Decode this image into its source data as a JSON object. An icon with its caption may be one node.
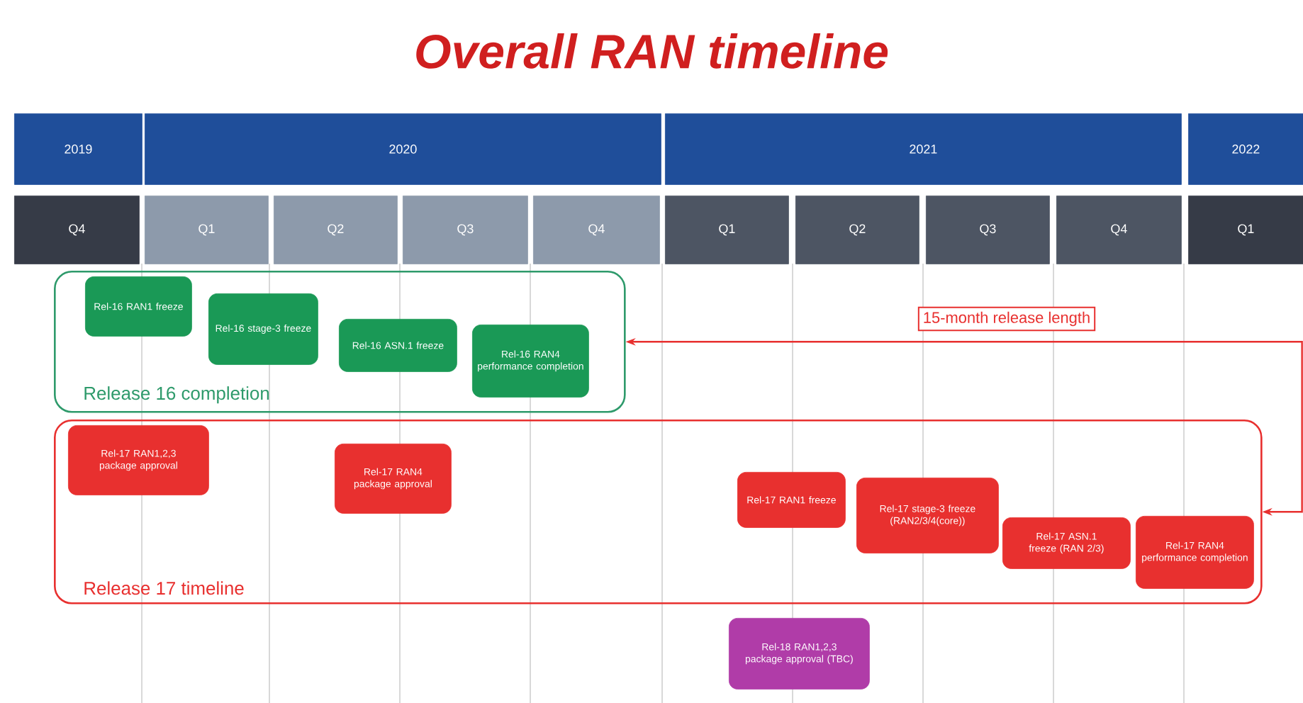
{
  "diagram": {
    "title": "Overall RAN timeline",
    "nodes": [
      {
        "text": [
          "2019"
        ]
      },
      {
        "text": [
          "2020"
        ]
      },
      {
        "text": [
          "2021"
        ]
      },
      {
        "text": [
          "2022"
        ]
      },
      {
        "text": [
          "Q4"
        ]
      },
      {
        "text": [
          "Q1"
        ]
      },
      {
        "text": [
          "Q2"
        ]
      },
      {
        "text": [
          "Q3"
        ]
      },
      {
        "text": [
          "Q4"
        ]
      },
      {
        "text": [
          "Q1"
        ]
      },
      {
        "text": [
          "Q2"
        ]
      },
      {
        "text": [
          "Q3"
        ]
      },
      {
        "text": [
          "Q4"
        ]
      },
      {
        "text": [
          "Q1"
        ]
      },
      {
        "text": [
          "Release 16 completion"
        ]
      },
      {
        "text": [
          "Rel-16 RAN1 freeze"
        ],
        "in": 14
      },
      {
        "text": [
          "Rel-16 stage-3 freeze"
        ],
        "in": 14
      },
      {
        "text": [
          "Rel-16 ASN.1 freeze"
        ],
        "in": 14
      },
      {
        "text": [
          "Rel-16 RAN4 performance completion"
        ],
        "in": 14
      },
      {
        "text": [
          "Release 17 timeline"
        ]
      },
      {
        "text": [
          "Rel-17 RAN1,2,3 package approval"
        ],
        "in": 19
      },
      {
        "text": [
          "Rel-17 RAN4 package approval"
        ],
        "in": 19
      },
      {
        "text": [
          "Rel-17 RAN1 freeze"
        ],
        "in": 19
      },
      {
        "text": [
          "Rel-17 stage-3 freeze (RAN2/3/4(core))"
        ],
        "in": 19
      },
      {
        "text": [
          "Rel-17 ASN.1 freeze (RAN 2/3)"
        ],
        "in": 19
      },
      {
        "text": [
          "Rel-17 RAN4 performance completion"
        ],
        "in": 19
      },
      {
        "text": [
          "Rel-18 RAN1,2,3 package approval (TBC)"
        ]
      }
    ],
    "edges": [
      {
        "from": 14,
        "to": 19,
        "arrow": "both",
        "label": "15-month release length"
      }
    ]
  }
}
